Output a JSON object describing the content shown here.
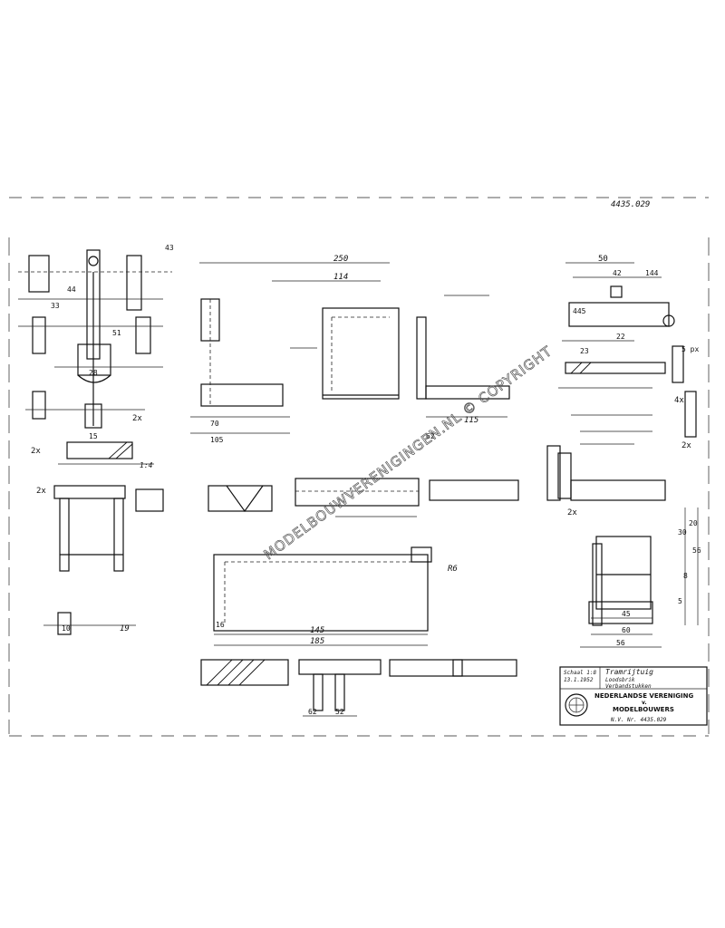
{
  "drawing": {
    "number": "4435.029",
    "watermark": "MODELBOUWVERENIGINGEN.NL © COPYRIGHT"
  },
  "title_block": {
    "scale_line": "Schaal 1:8",
    "scale_line2": "13.1.1952",
    "subject_line1": "Tramrijtuig",
    "subject_line2": "Loodsbrik",
    "subject_line3": "Verbandstukken",
    "org_line1": "NEDERLANDSE VERENIGING",
    "org_line2": "v.",
    "org_line3": "MODELBOUWERS",
    "ref_line": "N.V. Nr. 4435.029"
  },
  "dimensions": {
    "top_left_a": "43",
    "top_left_b": "33",
    "top_left_c": "44",
    "top_left_d": "51",
    "top_left_e": "28",
    "top_left_f": "15",
    "top_left_g": "2x",
    "top_left_h": "2x",
    "top_left_i": "1:4",
    "center_a": "250",
    "center_b": "114",
    "center_c": "105",
    "center_d": "70",
    "right_a": "50",
    "right_b": "144",
    "right_c": "42",
    "right_d": "445",
    "right_e": "22",
    "right_f": "23",
    "right_g": "5 px",
    "right_h": "4x",
    "right_i": "2x",
    "mid_a": "115",
    "mid_b": "2x",
    "mid_c": "62",
    "mid_d": "R6",
    "lower_a": "145",
    "lower_b": "185",
    "lower_c": "16",
    "lower_d": "19",
    "lower_e": "10",
    "lower_f": "8",
    "lower_g": "45",
    "lower_h": "60",
    "lower_i": "56",
    "lower_j": "5",
    "lower_k": "56",
    "lower_l": "2x",
    "lower_m": "20",
    "lower_n": "30",
    "bottom_a": "62",
    "bottom_b": "52"
  }
}
